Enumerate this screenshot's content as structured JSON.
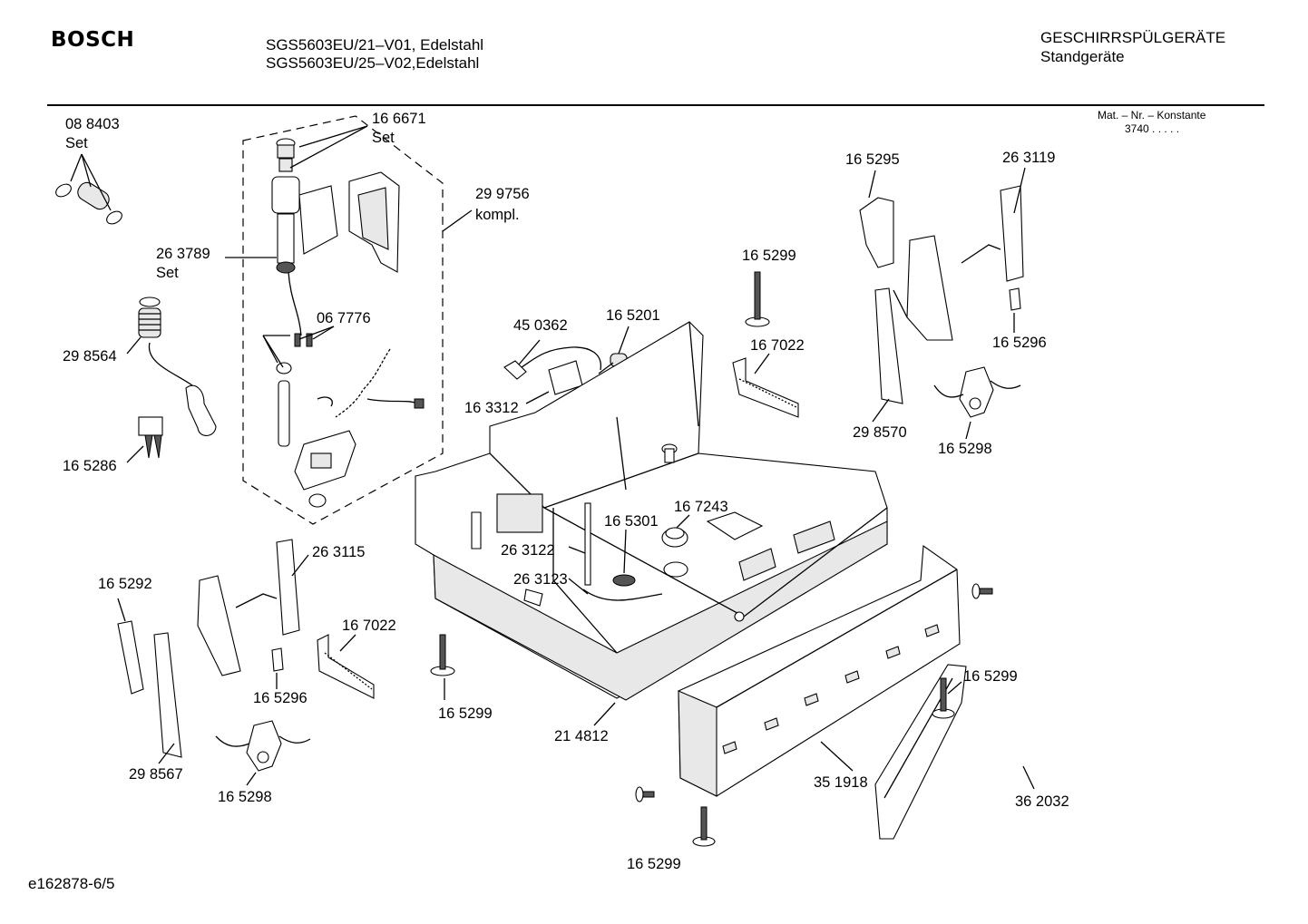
{
  "header": {
    "brand": "BOSCH",
    "model_line_1": "SGS5603EU/21–V01, Edelstahl",
    "model_line_2": "SGS5603EU/25–V02,Edelstahl",
    "category": "GESCHIRRSPÜLGERÄTE",
    "subcategory": "Standgeräte",
    "mat_label": "Mat. – Nr. – Konstante",
    "mat_value": "3740  .  .  .  .  ."
  },
  "footer": {
    "doc_id": "e162878-6/5"
  },
  "labels": {
    "l088403": "08 8403",
    "l088403_set": "Set",
    "l166671": "16 6671",
    "l166671_set": "Set",
    "l299756": "29 9756",
    "l299756_k": "kompl.",
    "l263789": "26 3789",
    "l263789_set": "Set",
    "l067776": "06 7776",
    "l298564": "29 8564",
    "l165286": "16 5286",
    "l165295": "16 5295",
    "l263119": "26 3119",
    "l165299_a": "16 5299",
    "l450362": "45 0362",
    "l165201": "16 5201",
    "l167022_a": "16 7022",
    "l163312": "16 3312",
    "l165296_a": "16 5296",
    "l298570": "29 8570",
    "l165298_a": "16 5298",
    "l167243": "16 7243",
    "l165301": "16 5301",
    "l263122": "26 3122",
    "l263123": "26 3123",
    "l263115": "26 3115",
    "l165292": "16 5292",
    "l167022_b": "16 7022",
    "l165296_b": "16 5296",
    "l165299_b": "16 5299",
    "l214812": "21 4812",
    "l165299_c": "16 5299",
    "l298567": "29 8567",
    "l165298_b": "16 5298",
    "l351918": "35 1918",
    "l362032": "36 2032",
    "l165299_d": "16 5299"
  }
}
